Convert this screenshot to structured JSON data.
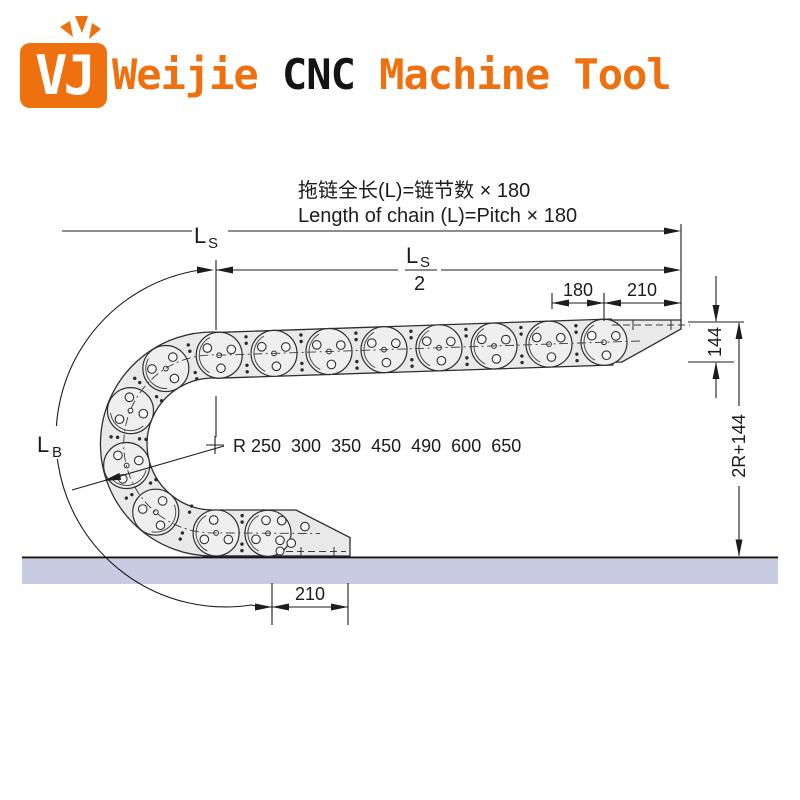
{
  "header": {
    "logo_text": "VJ",
    "title": {
      "part1": "Weijie ",
      "part2": "CNC ",
      "part3": "Machine Tool"
    },
    "brand_orange": "#ee700f"
  },
  "diagram": {
    "formula_cn": "拖链全长(L)=链节数 × 180",
    "formula_en": "Length of chain (L)=Pitch × 180",
    "labels": {
      "ls_main": "L",
      "ls_sub": "S",
      "half_num_main": "L",
      "half_num_sub": "S",
      "half_den": "2",
      "lb_main": "L",
      "lb_sub": "B",
      "dim_180": "180",
      "dim_210_top": "210",
      "dim_144": "144",
      "dim_2r144": "2R+144",
      "dim_210_bottom": "210",
      "radius_series": "R 250  300  350  450  490  600  650"
    },
    "pitch": 180,
    "radius_options": [
      250,
      300,
      350,
      450,
      490,
      600,
      650
    ],
    "colors": {
      "ground_band": "#c9cbe3",
      "chain_fill": "#e9e9e9",
      "disc_fill": "#efefef",
      "line": "#1c1c1c"
    }
  }
}
